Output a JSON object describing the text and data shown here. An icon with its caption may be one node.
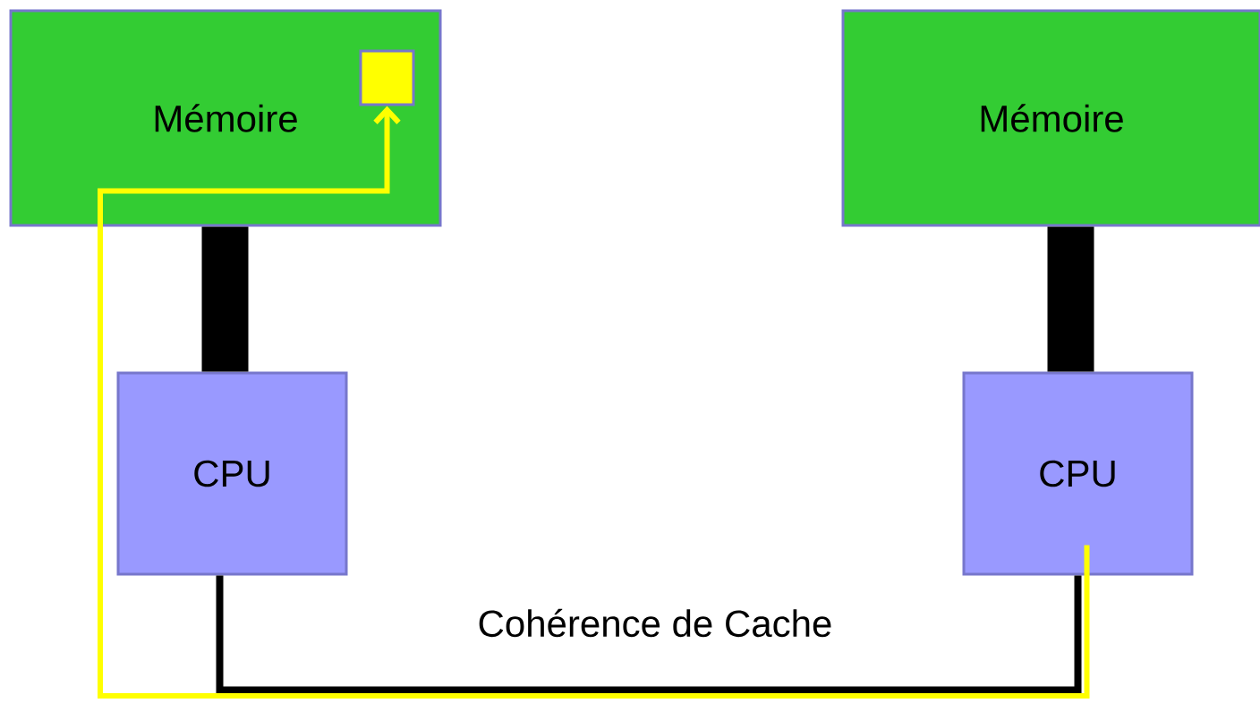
{
  "diagram": {
    "nodes": [
      {
        "text": [
          "Mémoire"
        ]
      },
      {
        "text": [],
        "shape": "box",
        "in": 0
      },
      {
        "text": [
          "Mémoire"
        ]
      },
      {
        "text": [
          "CPU"
        ]
      },
      {
        "text": [
          "CPU"
        ]
      }
    ],
    "edges": [
      {
        "from": 0,
        "to": 3,
        "arrow": "none",
        "style": "thick"
      },
      {
        "from": 2,
        "to": 4,
        "arrow": "none",
        "style": "thick"
      },
      {
        "from": 3,
        "to": 4,
        "arrow": "none",
        "label": "Cohérence de Cache"
      },
      {
        "from": 4,
        "to": 1,
        "arrow": "to",
        "color": "#ffff00"
      }
    ]
  }
}
